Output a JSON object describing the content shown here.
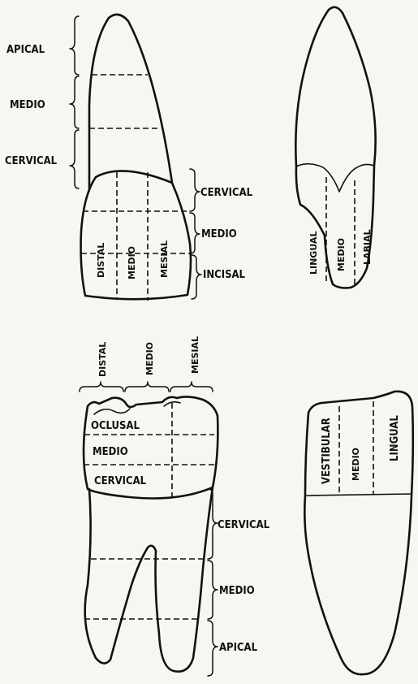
{
  "incisor_labial_view": {
    "root_labels": [
      "APICAL",
      "MEDIO",
      "CERVICAL"
    ],
    "crown_labels": [
      "CERVICAL",
      "MEDIO",
      "INCISAL"
    ],
    "vertical_labels": [
      "DISTAL",
      "MEDIO",
      "MESIAL"
    ]
  },
  "incisor_proximal_view": {
    "vertical_labels": [
      "LINGUAL",
      "MEDIO",
      "LABIAL"
    ]
  },
  "molar_buccal_view": {
    "top_labels": [
      "DISTAL",
      "MEDIO",
      "MESIAL"
    ],
    "crown_labels": [
      "OCLUSAL",
      "MEDIO",
      "CERVICAL"
    ],
    "root_labels": [
      "CERVICAL",
      "MEDIO",
      "APICAL"
    ]
  },
  "molar_proximal_view": {
    "vertical_labels": [
      "VESTIBULAR",
      "MEDIO",
      "LINGUAL"
    ]
  }
}
